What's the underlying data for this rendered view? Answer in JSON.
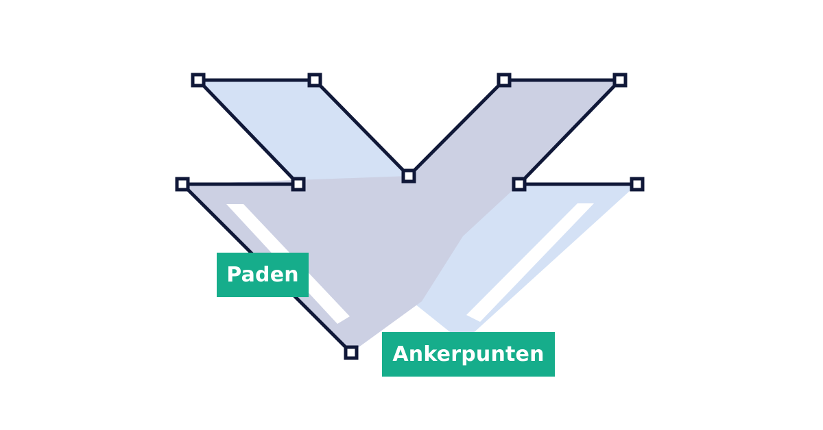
{
  "colors": {
    "background": "#ffffff",
    "shape_light": "#d4e1f5",
    "shape_dark": "#ccd0e3",
    "highlight": "#ffffff",
    "path_stroke": "#101838",
    "anchor_fill": "#ffffff",
    "label_background": "#16ad8b",
    "label_text": "#ffffff"
  },
  "labels": {
    "paths": "Paden",
    "anchor_points": "Ankerpunten"
  },
  "icons": {
    "anchor_point": "square-anchor-handle"
  }
}
